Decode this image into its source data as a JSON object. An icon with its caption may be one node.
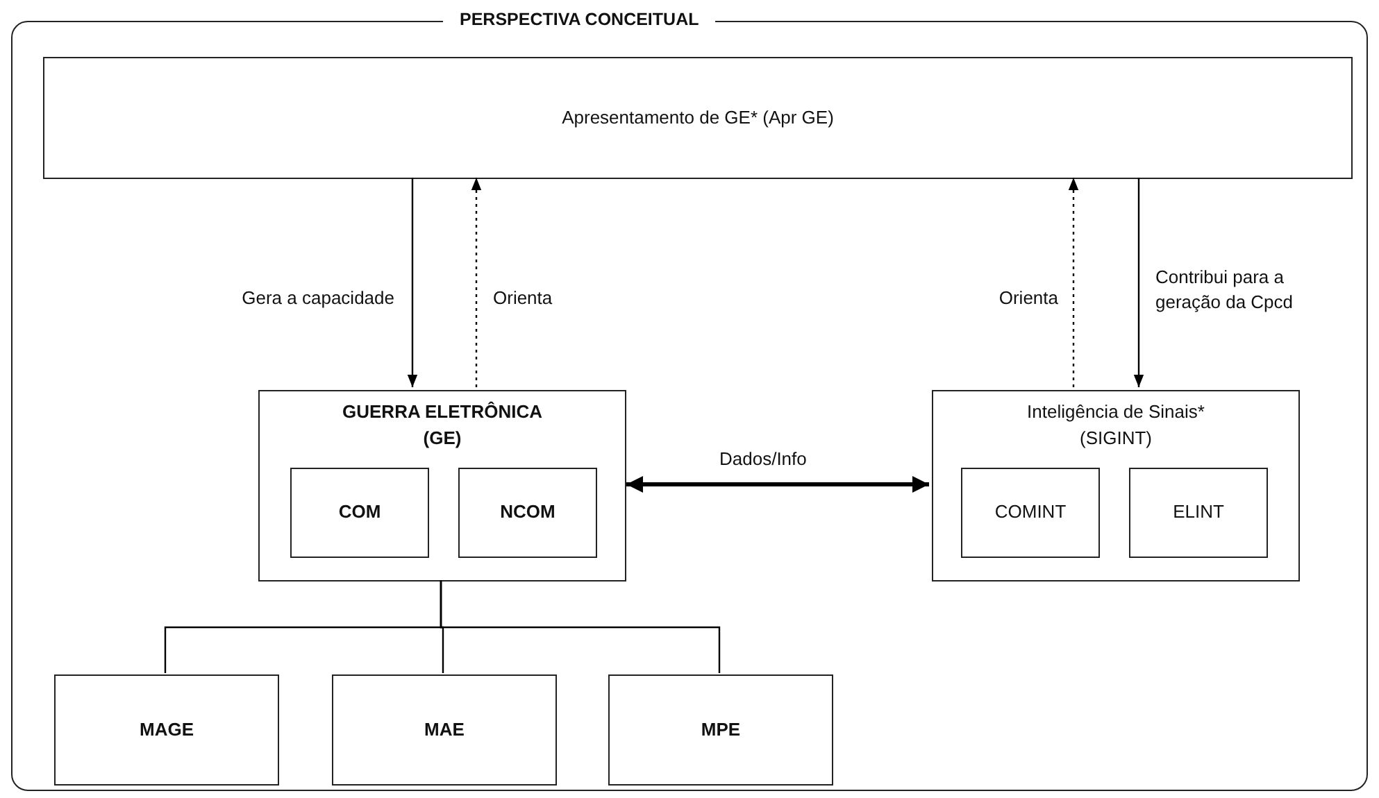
{
  "diagram": {
    "nodes": [
      {
        "text": [
          "PERSPECTIVA CONCEITUAL"
        ]
      },
      {
        "text": [
          "Apresentamento de GE* (Apr GE)"
        ],
        "in": 0
      },
      {
        "text": [
          "GUERRA ELETRÔNICA (GE)"
        ],
        "in": 0
      },
      {
        "text": [
          "COM"
        ],
        "in": 2
      },
      {
        "text": [
          "NCOM"
        ],
        "in": 2
      },
      {
        "text": [
          "Inteligência de Sinais* (SIGINT)"
        ],
        "in": 0
      },
      {
        "text": [
          "COMINT"
        ],
        "in": 5
      },
      {
        "text": [
          "ELINT"
        ],
        "in": 5
      },
      {
        "text": [
          "MAGE"
        ],
        "in": 0
      },
      {
        "text": [
          "MAE"
        ],
        "in": 0
      },
      {
        "text": [
          "MPE"
        ],
        "in": 0
      }
    ],
    "edges": [
      {
        "from": 1,
        "to": 2,
        "arrow": "to",
        "label": "Gera a capacidade"
      },
      {
        "from": 2,
        "to": 1,
        "arrow": "to",
        "label": "Orienta",
        "style": "dashed"
      },
      {
        "from": 5,
        "to": 1,
        "arrow": "to",
        "label": "Orienta",
        "style": "dashed"
      },
      {
        "from": 1,
        "to": 5,
        "arrow": "to",
        "label": "Contribui para a geração da Cpcd"
      },
      {
        "from": 2,
        "to": 5,
        "arrow": "both",
        "label": "Dados/Info",
        "style": "thick"
      },
      {
        "from": 2,
        "to": 8,
        "arrow": "none"
      },
      {
        "from": 2,
        "to": 9,
        "arrow": "none"
      },
      {
        "from": 2,
        "to": 10,
        "arrow": "none"
      }
    ]
  }
}
